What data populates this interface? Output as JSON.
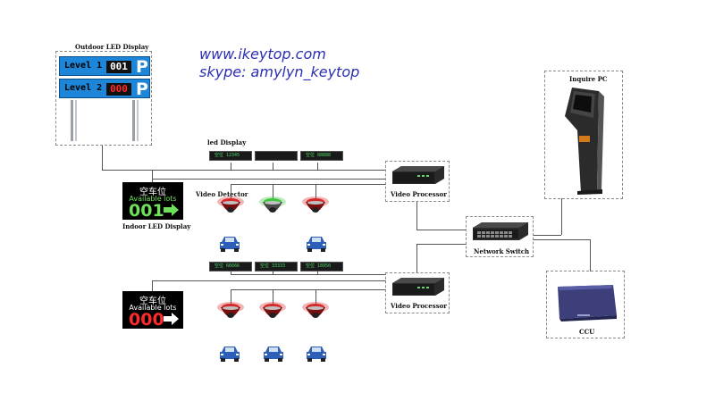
{
  "contact": {
    "website": "www.ikeytop.com",
    "skype": "skype: amylyn_keytop"
  },
  "outdoor_display": {
    "caption": "Outdoor LED Display",
    "rows": [
      {
        "label": "Level 1",
        "value": "001",
        "value_color": "#ffffff",
        "sign": "P"
      },
      {
        "label": "Level 2",
        "value": "000",
        "value_color": "#ff2a2a",
        "sign": "P"
      }
    ]
  },
  "led_display": {
    "caption": "led Display",
    "row1": [
      "空位 12345",
      "",
      "空位 88888"
    ],
    "row2": [
      "空位 66666",
      "空位 33333",
      "空位 18950"
    ]
  },
  "indoor_displays": [
    {
      "title": "空车位",
      "subtitle": "Available lots",
      "value": "001",
      "color": "#6ee05a",
      "caption": "Indoor LED Display"
    },
    {
      "title": "空车位",
      "subtitle": "Available lots",
      "value": "000",
      "color": "#ff2a2a",
      "caption": ""
    }
  ],
  "labels": {
    "video_detector": "Video Detector",
    "video_processor_1": "Video Processor",
    "video_processor_2": "Video Processor",
    "network_switch": "Network Switch",
    "inquire_pc": "Inquire PC",
    "ccu": "CCU"
  },
  "colors": {
    "detector_occupied": "#d62a2a",
    "detector_free": "#3fc63f",
    "car": "#2e5fb8",
    "panel_blue": "#1d86d8"
  },
  "icons": [
    "video-detector-icon",
    "car-icon",
    "video-processor-icon",
    "network-switch-icon",
    "kiosk-icon",
    "ccu-icon",
    "arrow-right-icon"
  ]
}
